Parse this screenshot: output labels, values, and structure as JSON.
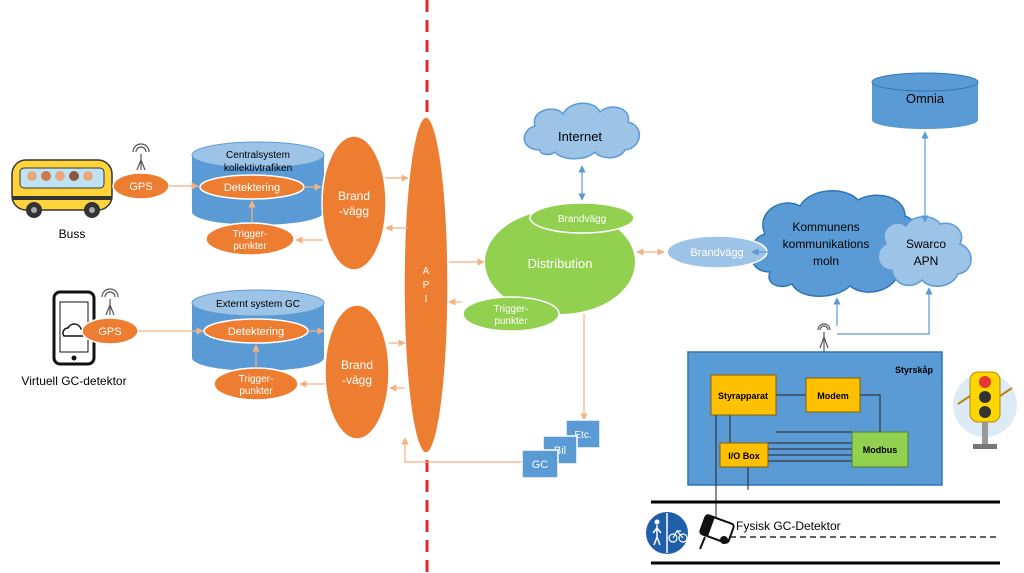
{
  "colors": {
    "orange": "#ED7D31",
    "orange_stroke": "#ffffff",
    "blue": "#5B9BD5",
    "blue_dark": "#2E75B6",
    "green": "#92D050",
    "cloud": "#9DC3E6",
    "cloud_dark": "#5B9BD5",
    "amber": "#FFC000",
    "cabinet": "#5B9BD5",
    "divider": "#E5262B",
    "link_orange": "#F4B183",
    "link_blue": "#5B9BD5"
  },
  "labels": {
    "bus": "Buss",
    "virtual_detector": "Virtuell GC-detektor",
    "gps_top": "GPS",
    "gps_bottom": "GPS",
    "central_system_line1": "Centralsystem",
    "central_system_line2": "kollektivtrafiken",
    "external_system": "Externt system GC",
    "detection_top": "Detektering",
    "detection_bottom": "Detektering",
    "trigger_top_line1": "Trigger-",
    "trigger_top_line2": "punkter",
    "trigger_bottom_line1": "Trigger-",
    "trigger_bottom_line2": "punkter",
    "firewall_top_line1": "Brand",
    "firewall_top_line2": "-vägg",
    "firewall_bottom_line1": "Brand",
    "firewall_bottom_line2": "-vägg",
    "api_letters": [
      "A",
      "P",
      "I"
    ],
    "internet": "Internet",
    "distribution": "Distribution",
    "dist_firewall": "Brandvägg",
    "dist_trigger_line1": "Trigger-",
    "dist_trigger_line2": "punkter",
    "card_etc": "Etc.",
    "card_bil": "Bil",
    "card_gc": "GC",
    "omnia": "Omnia",
    "net_firewall": "Brandvägg",
    "municipal_cloud_line1": "Kommunens",
    "municipal_cloud_line2": "kommunikations",
    "municipal_cloud_line3": "moln",
    "swarco_line1": "Swarco",
    "swarco_line2": "APN",
    "cabinet": "Styrskåp",
    "controller": "Styrapparat",
    "modem": "Modem",
    "io_box": "I/O Box",
    "modbus": "Modbus",
    "physical_detector": "Fysisk GC-Detektor"
  },
  "icons": {
    "bus": "school-bus-icon",
    "phone": "smartphone-cloud-icon",
    "antenna": "antenna-icon",
    "traffic_light": "traffic-light-icon",
    "camera": "camera-icon",
    "road_sign": "pedestrian-bicycle-sign-icon"
  }
}
